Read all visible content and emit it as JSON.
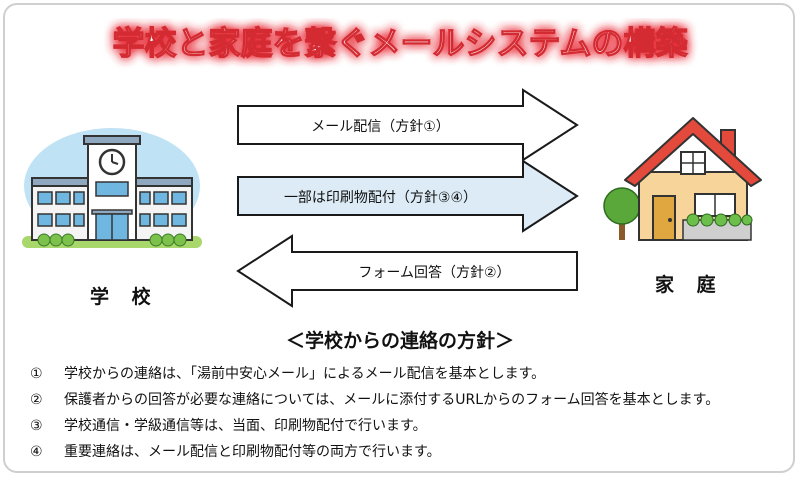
{
  "title": "学校と家庭を繋ぐメールシステムの構築",
  "school_label": "学 校",
  "home_label": "家 庭",
  "arrows": [
    {
      "label": "メール配信（方針①）",
      "direction": "right",
      "fill": "#ffffff"
    },
    {
      "label": "一部は印刷物配付（方針③④）",
      "direction": "right",
      "fill": "#dcebf6"
    },
    {
      "label": "フォーム回答（方針②）",
      "direction": "left",
      "fill": "#ffffff"
    }
  ],
  "policy": {
    "heading": "＜学校からの連絡の方針＞",
    "items": [
      {
        "num": "①",
        "text": "学校からの連絡は、「湯前中安心メール」によるメール配信を基本とします。"
      },
      {
        "num": "②",
        "text": "保護者からの回答が必要な連絡については、メールに添付するURLからのフォーム回答を基本とします。"
      },
      {
        "num": "③",
        "text": "学校通信・学級通信等は、当面、印刷物配付で行います。"
      },
      {
        "num": "④",
        "text": "重要連絡は、メール配信と印刷物配付等の両方で行います。"
      }
    ]
  },
  "colors": {
    "title_fill": "#ffffff",
    "title_glow": "#e8303a",
    "arrow_stroke": "#1a1a1a",
    "roof": "#e34a3c",
    "house_wall": "#f7d59a",
    "school_wall": "#f4f4f4",
    "sky": "#bfe3f5"
  },
  "icons": [
    "school-building-icon",
    "clock-icon",
    "house-icon",
    "tree-icon"
  ]
}
